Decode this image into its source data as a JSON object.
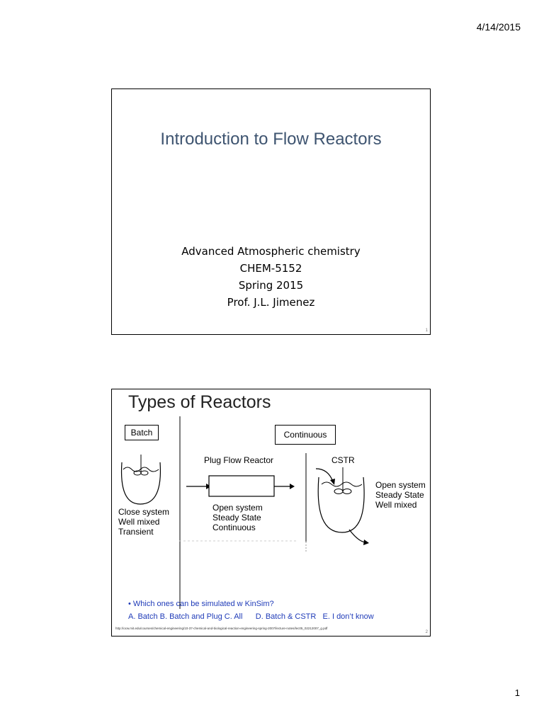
{
  "header": {
    "date": "4/14/2015"
  },
  "footer": {
    "page_number": "1"
  },
  "slide1": {
    "title": "Introduction to Flow Reactors",
    "course": "Advanced Atmospheric chemistry",
    "code": "CHEM-5152",
    "term": "Spring 2015",
    "instructor": "Prof. J.L. Jimenez",
    "number": "1"
  },
  "slide2": {
    "title": "Types of Reactors",
    "batch_label": "Batch",
    "continuous_label": "Continuous",
    "pfr_label": "Plug Flow Reactor",
    "cstr_label": "CSTR",
    "batch_desc": [
      "Close system",
      "Well mixed",
      "Transient"
    ],
    "pfr_desc": [
      "Open system",
      "Steady State",
      "Continuous"
    ],
    "cstr_desc": [
      "Open system",
      "Steady State",
      "Well mixed"
    ],
    "question": "Which ones can be simulated w KinSim?",
    "answers": "A. Batch B. Batch and Plug C. All      D. Batch & CSTR   E. I don’t know",
    "citation": "http://ocw.mit.edu/courses/chemical-engineering/10-37-chemical-and-biological-reaction-engineering-spring-2007/lecture-notes/lec05_02212007_g.pdf",
    "number": "2"
  }
}
